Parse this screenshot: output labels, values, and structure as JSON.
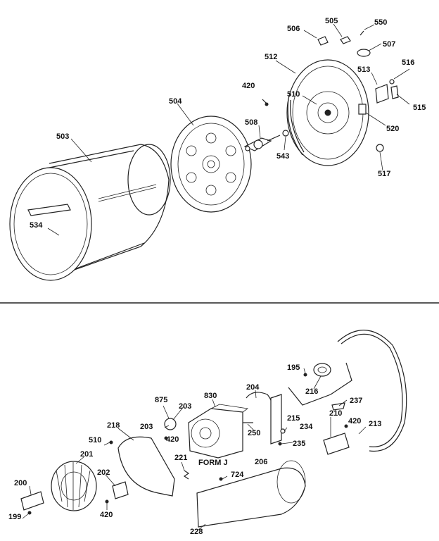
{
  "top_callouts": {
    "c503": "503",
    "c504": "504",
    "c534": "534",
    "c420": "420",
    "c508": "508",
    "c543": "543",
    "c512": "512",
    "c510": "510",
    "c506": "506",
    "c505": "505",
    "c550": "550",
    "c507": "507",
    "c513": "513",
    "c516": "516",
    "c515": "515",
    "c520": "520",
    "c517": "517"
  },
  "bottom_callouts": {
    "c195": "195",
    "c216": "216",
    "c204": "204",
    "c830": "830",
    "c875": "875",
    "c203a": "203",
    "c203b": "203",
    "c420a": "420",
    "c250": "250",
    "c215": "215",
    "c234": "234",
    "c235": "235",
    "c206": "206",
    "c237": "237",
    "c210": "210",
    "c420b": "420",
    "c213": "213",
    "c218": "218",
    "c510": "510",
    "c201": "201",
    "c221": "221",
    "c724": "724",
    "c202": "202",
    "c200": "200",
    "c199": "199",
    "c420c": "420",
    "c228": "228"
  },
  "caption": "FORM J"
}
